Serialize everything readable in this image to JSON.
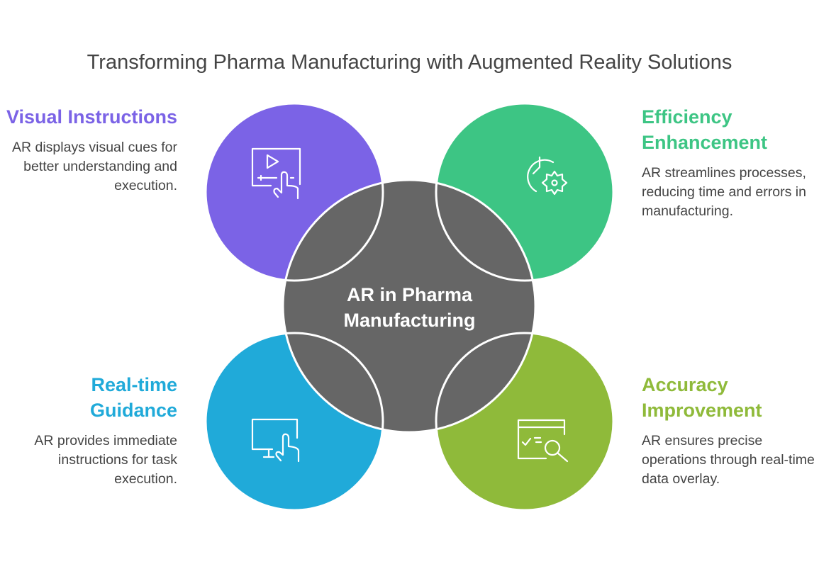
{
  "title": "Transforming Pharma Manufacturing with Augmented Reality Solutions",
  "center": {
    "label": "AR in Pharma Manufacturing",
    "color": "#666666"
  },
  "items": [
    {
      "heading": "Visual Instructions",
      "text": "AR displays visual cues for better understanding and execution.",
      "color": "#7B63E6",
      "icon": "video-touch-icon"
    },
    {
      "heading": "Efficiency Enhancement",
      "text": "AR streamlines processes, reducing time and errors in manufacturing.",
      "color": "#3DC584",
      "icon": "clock-gear-icon"
    },
    {
      "heading": "Real-time Guidance",
      "text": "AR provides immediate instructions for task execution.",
      "color": "#20AAD9",
      "icon": "monitor-touch-icon"
    },
    {
      "heading": "Accuracy Improvement",
      "text": "AR ensures precise operations through real-time data overlay.",
      "color": "#8FBA3A",
      "icon": "checklist-search-icon"
    }
  ]
}
